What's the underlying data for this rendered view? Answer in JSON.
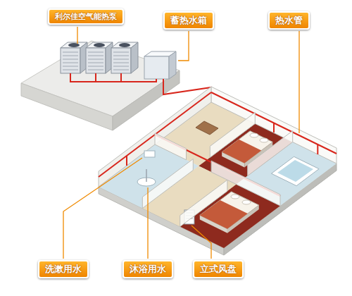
{
  "diagram": {
    "nodes": [
      {
        "text": [
          "利尔佳空气能热泵"
        ]
      },
      {
        "text": [
          "蓄热水箱"
        ]
      },
      {
        "text": [
          "热水管"
        ]
      },
      {
        "text": [
          "洗漱用水"
        ]
      },
      {
        "text": [
          "沐浴用水"
        ]
      },
      {
        "text": [
          "立式风盘"
        ]
      }
    ]
  }
}
